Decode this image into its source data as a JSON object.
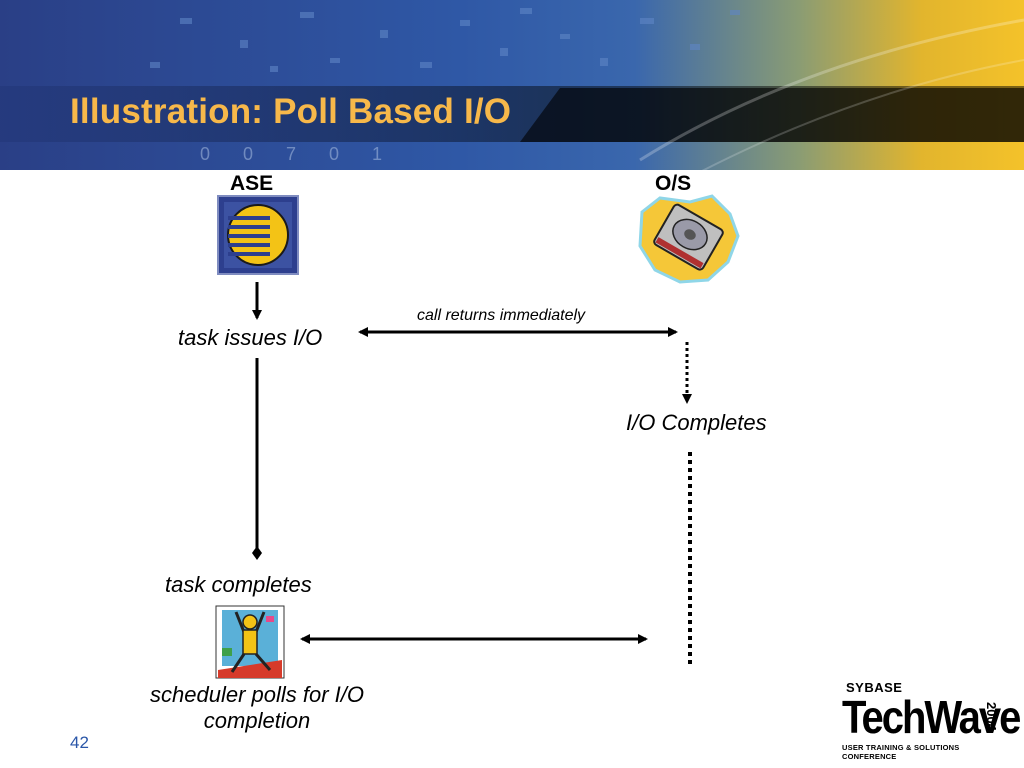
{
  "slide": {
    "title": "Illustration: Poll Based I/O",
    "page_number": "42",
    "banner_digits": "0 0 7 0 1"
  },
  "diagram": {
    "columns": {
      "left": "ASE",
      "right": "O/S"
    },
    "labels": {
      "task_issues": "task issues I/O",
      "call_returns": "call returns immediately",
      "io_completes": "I/O Completes",
      "task_completes": "task completes",
      "scheduler_line1": "scheduler polls for I/O",
      "scheduler_line2": "completion"
    },
    "icons": [
      "ase-server-icon",
      "hard-disk-icon",
      "celebrating-person-icon"
    ]
  },
  "logo": {
    "brand": "SYBASE",
    "name": "TechWave",
    "year": "2004",
    "tagline": "USER TRAINING & SOLUTIONS CONFERENCE"
  },
  "colors": {
    "banner_blue": "#2a4a94",
    "banner_yellow": "#f2c028",
    "title_orange": "#f7b84a",
    "page_number_blue": "#2a56a8"
  }
}
